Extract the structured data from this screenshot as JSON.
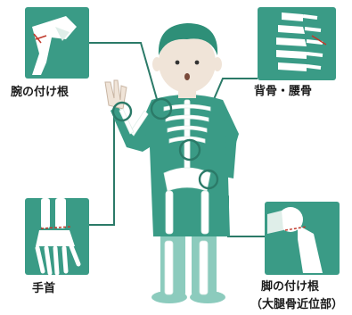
{
  "labels": {
    "wrist_joint": "腕の付け根",
    "back_spine": "背骨・腰骨",
    "hand": "手首",
    "hip_joint": "脚の付け根",
    "hip_joint_sub": "（大腿骨近位部）"
  },
  "colors": {
    "teal": "#3a9b86",
    "teal_light": "#8ccbbd",
    "teal_dark": "#2b7a68",
    "bone": "#ffffff",
    "skin": "#f0e4d8",
    "hair": "#2e8f78",
    "fracture_mark": "#c0392b"
  }
}
